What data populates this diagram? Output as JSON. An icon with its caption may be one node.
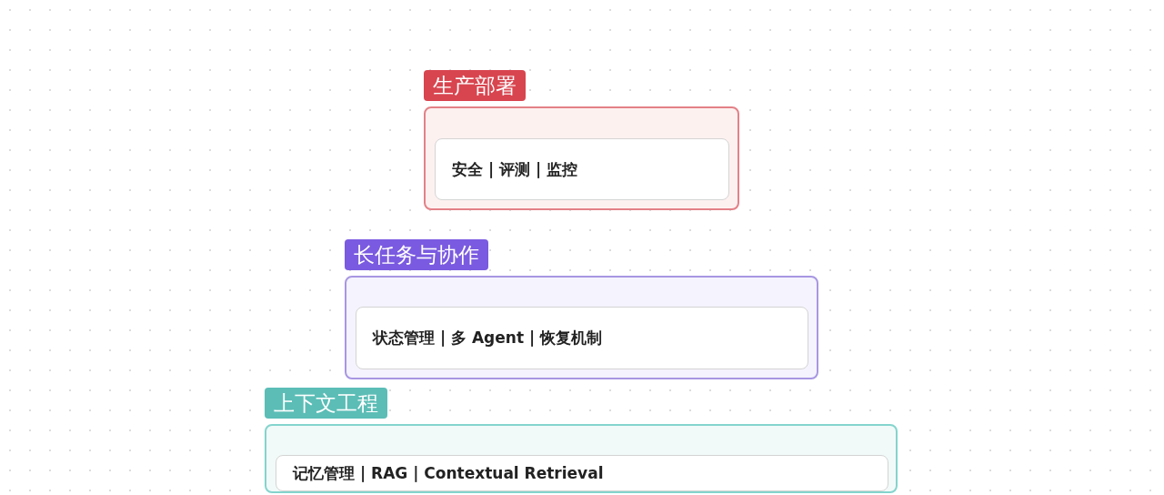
{
  "diagram": {
    "nodes": [
      {
        "text": [
          "生产部署"
        ]
      },
      {
        "text": [
          "安全 | 评测 | 监控"
        ],
        "in": 0
      },
      {
        "text": [
          "长任务与协作"
        ]
      },
      {
        "text": [
          "状态管理 | 多 Agent | 恢复机制"
        ],
        "in": 2
      },
      {
        "text": [
          "上下文工程"
        ]
      },
      {
        "text": [
          "记忆管理 | RAG | Contextual Retrieval"
        ],
        "in": 4
      }
    ],
    "edges": []
  }
}
